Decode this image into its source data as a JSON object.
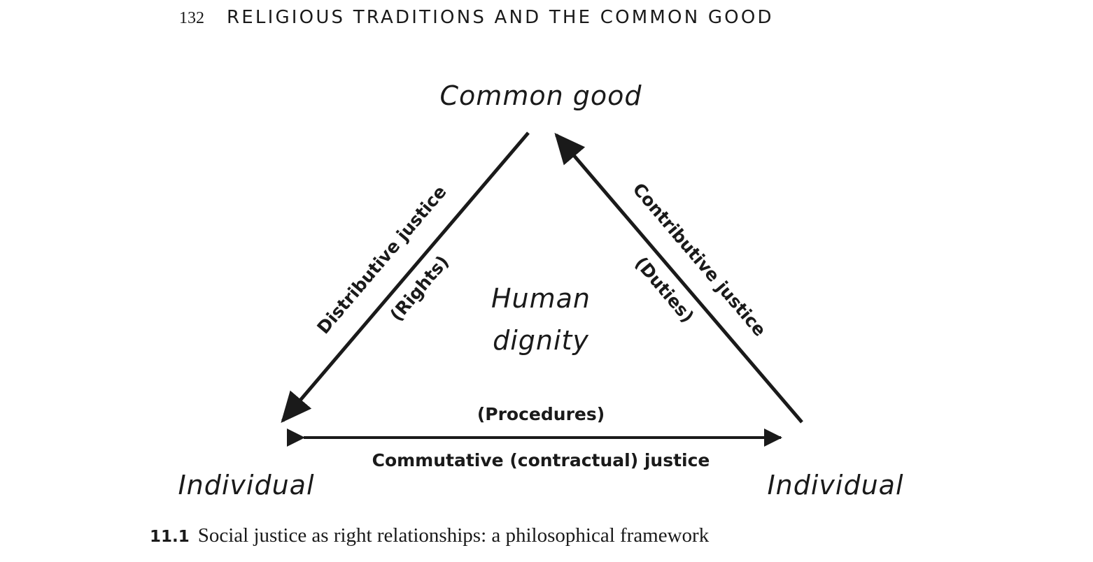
{
  "header": {
    "page_number": "132",
    "running_title": "RELIGIOUS TRADITIONS AND THE COMMON GOOD"
  },
  "diagram": {
    "nodes": {
      "top": "Common good",
      "left": "Individual",
      "right": "Individual",
      "center_line1": "Human",
      "center_line2": "dignity"
    },
    "edges": {
      "left": {
        "label": "Distributive justice",
        "sublabel": "(Rights)"
      },
      "right": {
        "label": "Contributive justice",
        "sublabel": "(Duties)"
      },
      "bottom": {
        "label": "Commutative (contractual) justice",
        "sublabel": "(Procedures)"
      }
    }
  },
  "caption": {
    "number": "11.1",
    "text": "Social justice as right relationships: a philosophical framework"
  }
}
